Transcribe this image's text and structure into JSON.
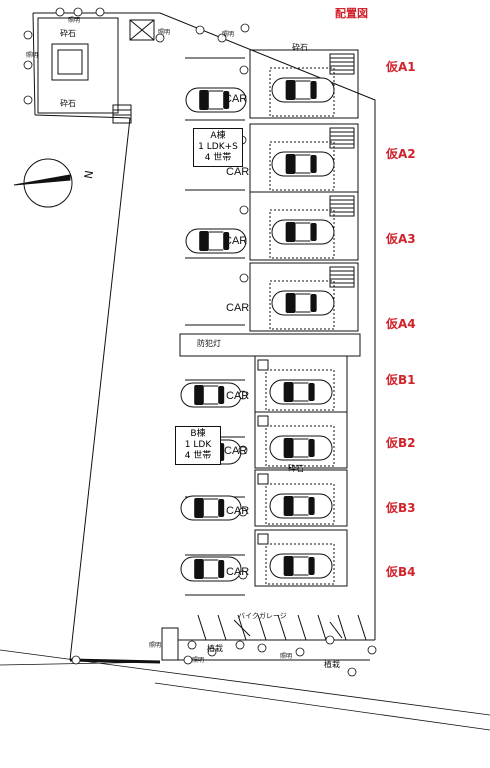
{
  "title": "配置図",
  "units": [
    "仮A1",
    "仮A2",
    "仮A3",
    "仮A4",
    "仮B1",
    "仮B2",
    "仮B3",
    "仮B4"
  ],
  "building_a": {
    "name": "A棟",
    "layout": "1 LDK+S",
    "count": "4 世帯"
  },
  "building_b": {
    "name": "B棟",
    "layout": "1 LDK",
    "count": "4 世帯"
  },
  "car_label": "CAR",
  "gravel": "砕石",
  "lighting": "照明",
  "crime_light": "防犯灯",
  "planting": "植栽",
  "bike_garage": "バイクガレージ",
  "compass": "N",
  "colors": {
    "red": "#d0232c",
    "line": "#111111"
  }
}
